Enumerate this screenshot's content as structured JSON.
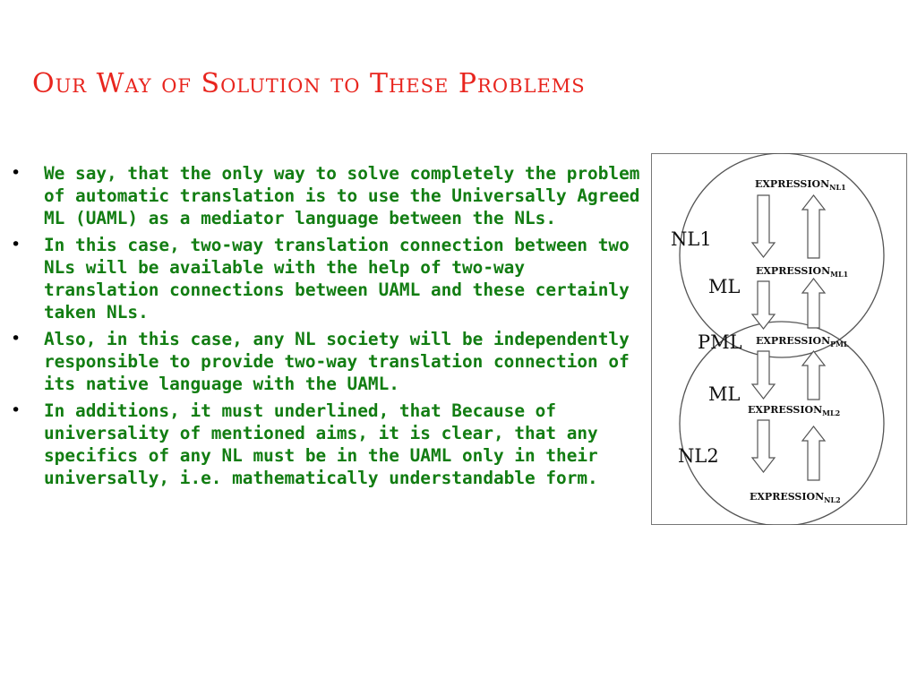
{
  "slide": {
    "title": "Our Way of Solution to These Problems",
    "bullet_glyph": "•",
    "bullets": [
      "We say, that the only way to solve completely the problem of automatic translation is to use the Universally Agreed ML (UAML) as a mediator language between the NLs.",
      "In this case, two-way translation connection between two NLs will be available with the help of two-way translation connections between UAML and these certainly taken NLs.",
      "Also, in this case, any NL society will be independently responsible to provide two-way translation connection of its native language with the UAML.",
      "In additions, it must underlined, that Because of universality of mentioned aims, it is clear, that any specifics of any NL must be in the UAML only in their universally, i.e. mathematically understandable form."
    ]
  },
  "diagram": {
    "labels": {
      "nl1": "NL1",
      "ml_top": "ML",
      "pml": "PML",
      "ml_bottom": "ML",
      "nl2": "NL2"
    },
    "expressions": [
      {
        "base": "EXPRESSION",
        "sub": "NL1"
      },
      {
        "base": "EXPRESSION",
        "sub": "ML1"
      },
      {
        "base": "EXPRESSION",
        "sub": "PML"
      },
      {
        "base": "EXPRESSION",
        "sub": "ML2"
      },
      {
        "base": "EXPRESSION",
        "sub": "NL2"
      }
    ]
  }
}
